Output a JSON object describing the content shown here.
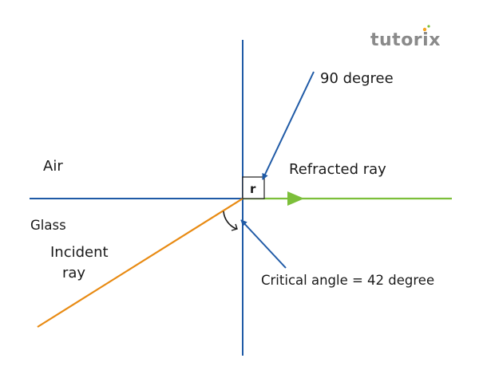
{
  "labels": {
    "air": "Air",
    "glass": "Glass",
    "incident_line1": "Incident",
    "incident_line2": "ray",
    "refracted": "Refracted ray",
    "ninety": "90 degree",
    "critical": "Critical angle = 42 degree",
    "r": "r"
  },
  "logo": {
    "text": "tutorix"
  },
  "colors": {
    "axis": "#1f5aa6",
    "incident_ray": "#e88a12",
    "refracted_ray": "#7cbf3a",
    "pointer": "#1f5aa6",
    "logo_text": "#8a8a8a",
    "logo_dot": "#f5a623"
  }
}
